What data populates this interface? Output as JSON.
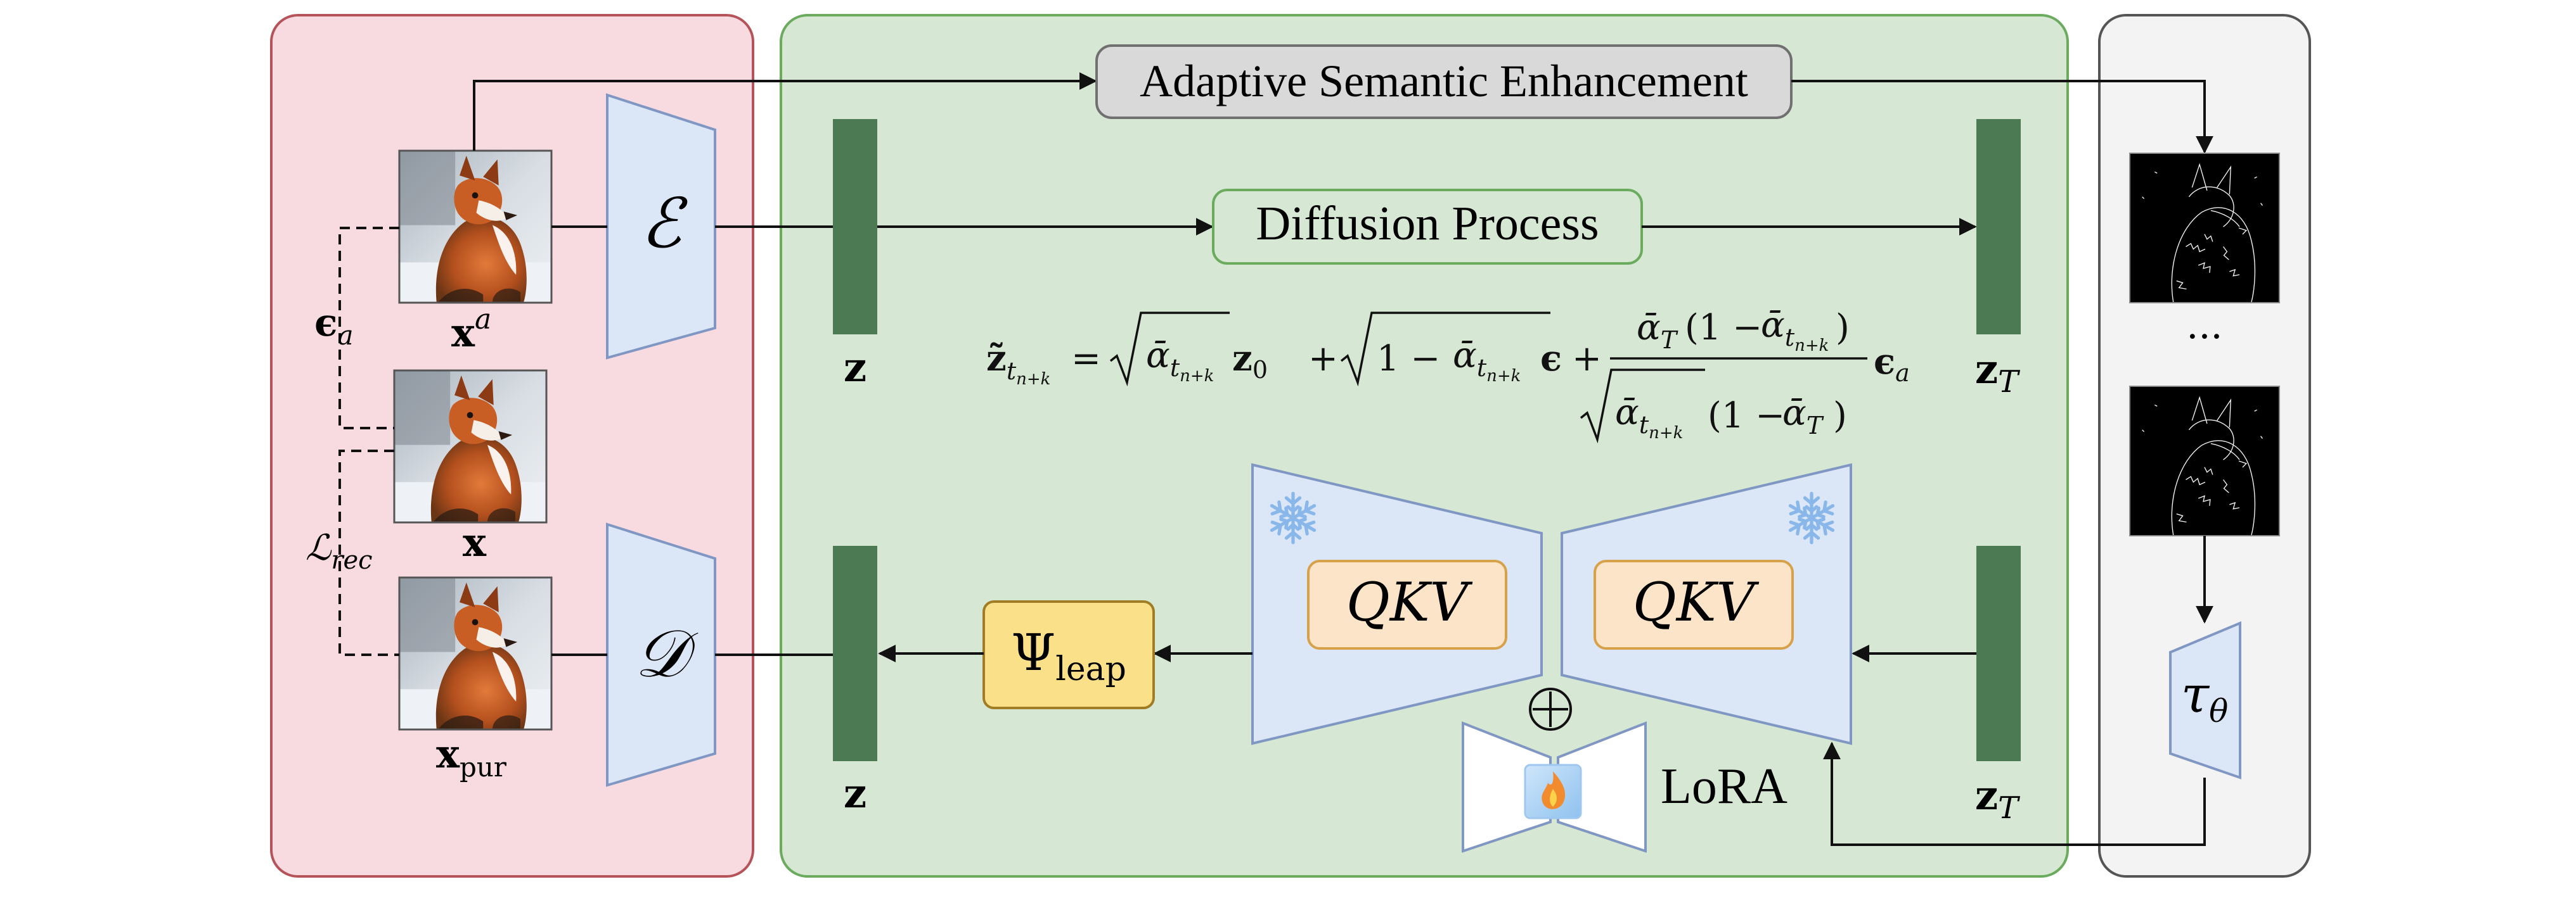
{
  "colors": {
    "pixel_panel_fill": "#f8dbe1",
    "pixel_panel_stroke": "#b5535a",
    "latent_panel_fill": "#d6e8d3",
    "latent_panel_stroke": "#6aab5d",
    "cond_panel_fill": "#f3f3f3",
    "cond_panel_stroke": "#555555",
    "encoder_fill": "#dbe6f7",
    "encoder_stroke": "#7f97c2",
    "latent_bar": "#4c7a52",
    "qkv_fill": "#fbe4c8",
    "qkv_stroke": "#d7a14a",
    "psi_fill": "#fbe08a",
    "psi_stroke": "#a07c24",
    "ase_fill": "#d9d9d9",
    "snowflake": "#8ab7ea"
  },
  "labels": {
    "ase": "Adaptive Semantic Enhancement",
    "diffusion": "Diffusion Process",
    "encoder": "ℰ",
    "decoder": "𝒟",
    "x_adv": "x",
    "x_adv_sup": "a",
    "x_clean": "x",
    "x_pur": "x",
    "x_pur_sub": "pur",
    "eps_a": "ϵ",
    "eps_a_sub": "a",
    "l_rec": "ℒ",
    "l_rec_sub": "rec",
    "z_top": "z",
    "z_bottom": "z",
    "zT_top": "z",
    "zT_top_sub": "T",
    "zT_bottom": "z",
    "zT_bottom_sub": "T",
    "qkv_left": "QKV",
    "qkv_right": "QKV",
    "psi": "Ψ",
    "psi_sub": "leap",
    "lora": "LoRA",
    "plus": "⊕",
    "dots": "···",
    "tau": "τ",
    "tau_sub": "θ"
  },
  "equation": {
    "lhs": "z̃",
    "lhs_sub": "t",
    "lhs_subsub": "n+k",
    "eq": "=",
    "sqrt1_alpha": "ᾱ",
    "sqrt1_sub": "t",
    "sqrt1_subsub": "n+k",
    "z0": "z",
    "z0_sub": "0",
    "plus1": "+",
    "sqrt2_one": "1 −",
    "sqrt2_alpha": "ᾱ",
    "sqrt2_sub": "t",
    "sqrt2_subsub": "n+k",
    "eps": "ϵ",
    "plus2": "+",
    "num_alpha": "ᾱ",
    "num_alpha_sub": "T",
    "num_paren": "(1 −",
    "num_alpha2": "ᾱ",
    "num_alpha2_sub": "t",
    "num_alpha2_subsub": "n+k",
    "num_close": ")",
    "den_alpha": "ᾱ",
    "den_alpha_sub": "t",
    "den_alpha_subsub": "n+k",
    "den_paren": "(1 −",
    "den_alpha2": "ᾱ",
    "den_alpha2_sub": "T",
    "den_close": ")",
    "eps_a": "ϵ",
    "eps_a_sub": "a"
  }
}
